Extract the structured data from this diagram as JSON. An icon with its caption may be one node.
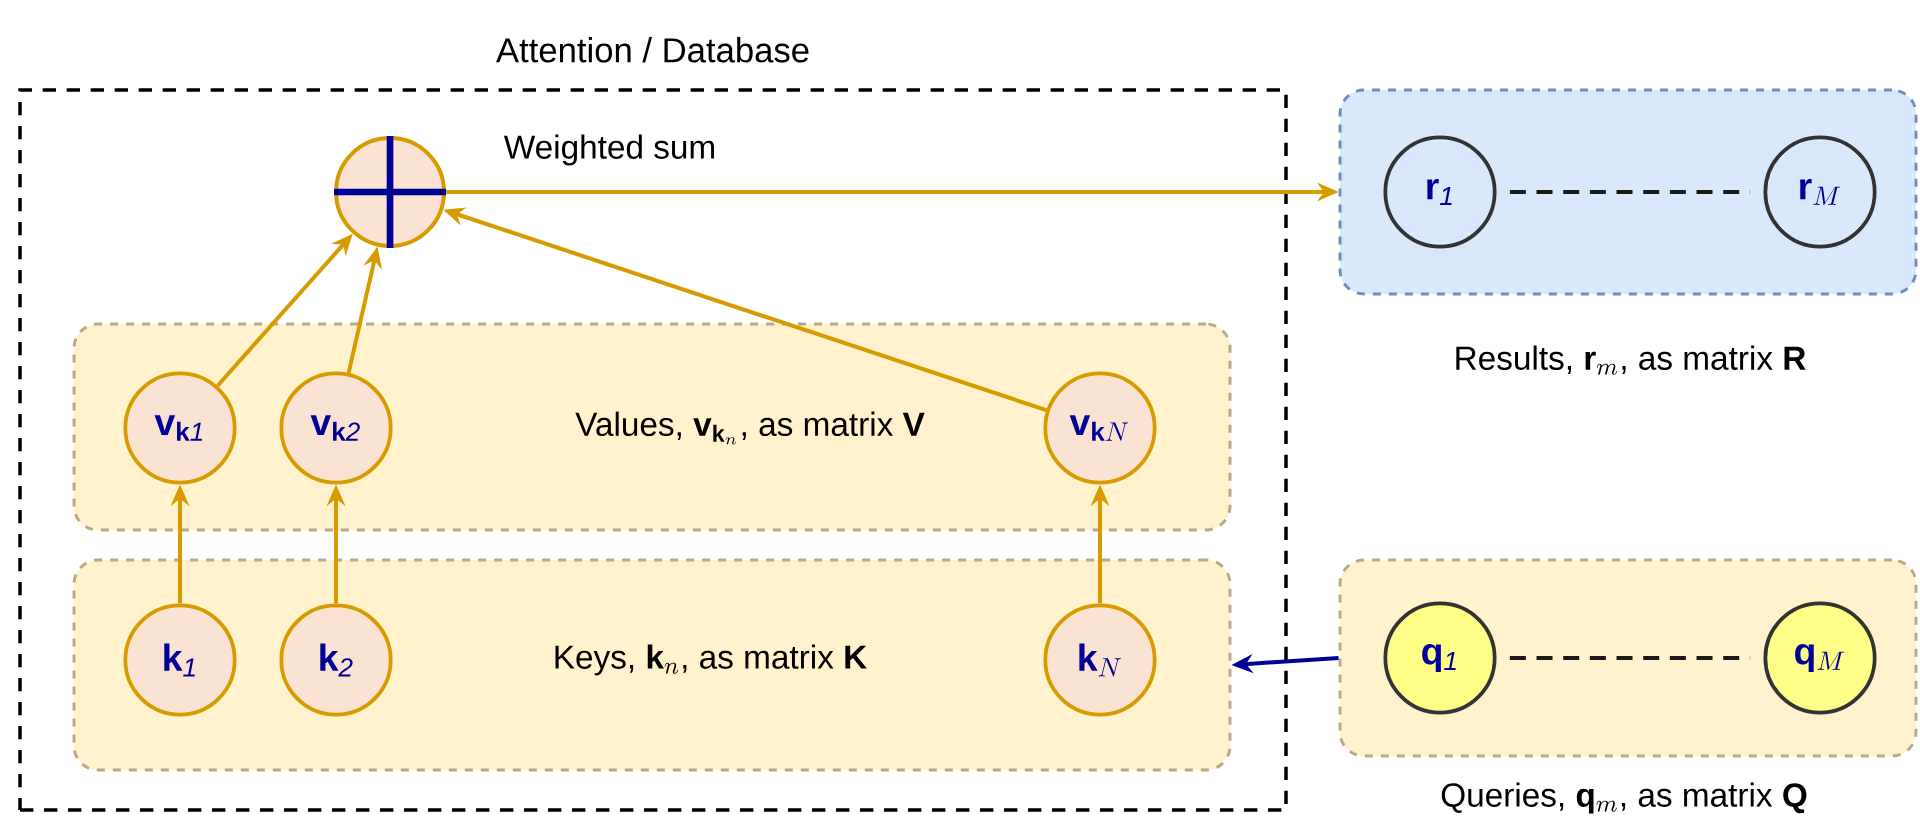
{
  "diagram": {
    "nodes": [
      {
        "text": [
          "Attention / Database"
        ]
      },
      {
        "text": [],
        "shape": "circle",
        "in": 0,
        "beside": [
          "Weighted sum"
        ]
      },
      {
        "text": [
          "\\text{Values, }\\mathbf{v}_{\\mathbf{k}_n}\\text{, as matrix }\\mathbf{V}"
        ],
        "in": 0
      },
      {
        "text": [
          "\\mathbf{v}_{\\mathbf{k}\\mathit{1}}"
        ],
        "in": 2
      },
      {
        "text": [
          "\\mathbf{v}_{\\mathbf{k}\\mathit{2}}"
        ],
        "in": 2
      },
      {
        "text": [
          "\\mathbf{v}_{\\mathbf{k}N}"
        ],
        "in": 2
      },
      {
        "text": [
          "\\text{Keys, }\\mathbf{k}_n\\text{, as matrix }\\mathbf{K}"
        ],
        "in": 0
      },
      {
        "text": [
          "\\mathbf{k}_{\\mathit{1}}"
        ],
        "in": 6
      },
      {
        "text": [
          "\\mathbf{k}_{\\mathit{2}}"
        ],
        "in": 6
      },
      {
        "text": [
          "\\mathbf{k}_N"
        ],
        "in": 6
      },
      {
        "text": [
          "\\text{Results, }\\mathbf{r}_m\\text{, as matrix }\\mathbf{R}"
        ]
      },
      {
        "text": [
          "\\mathbf{r}_{\\mathit{1}}"
        ],
        "in": 10
      },
      {
        "text": [
          "\\mathbf{r}_M"
        ],
        "in": 10
      },
      {
        "text": [
          "\\text{Queries, }\\mathbf{q}_m\\text{, as matrix }\\mathbf{Q}"
        ]
      },
      {
        "text": [
          "\\mathbf{q}_{\\mathit{1}}"
        ],
        "in": 13
      },
      {
        "text": [
          "\\mathbf{q}_M"
        ],
        "in": 13
      }
    ],
    "edges": [
      {
        "from": 7,
        "to": 3,
        "arrow": "to"
      },
      {
        "from": 8,
        "to": 4,
        "arrow": "to"
      },
      {
        "from": 9,
        "to": 5,
        "arrow": "to"
      },
      {
        "from": 3,
        "to": 1,
        "arrow": "to"
      },
      {
        "from": 4,
        "to": 1,
        "arrow": "to"
      },
      {
        "from": 5,
        "to": 1,
        "arrow": "to"
      },
      {
        "from": 1,
        "to": 10,
        "arrow": "to"
      },
      {
        "from": 11,
        "to": 12,
        "arrow": "none",
        "style": "dashed",
        "color": "#1a1a1a"
      },
      {
        "from": 13,
        "to": 6,
        "arrow": "to",
        "color": "#000099"
      },
      {
        "from": 14,
        "to": 15,
        "arrow": "none",
        "style": "dashed",
        "color": "#1a1a1a"
      }
    ]
  }
}
